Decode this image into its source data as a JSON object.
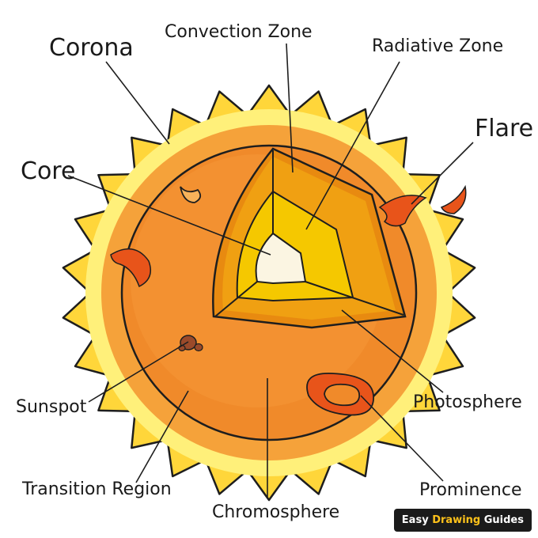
{
  "labels": {
    "corona": "Corona",
    "convection_zone": "Convection Zone",
    "radiative_zone": "Radiative Zone",
    "flare": "Flare",
    "core": "Core",
    "sunspot": "Sunspot",
    "transition_region": "Transition Region",
    "chromosphere": "Chromosphere",
    "photosphere": "Photosphere",
    "prominence": "Prominence"
  },
  "badge": {
    "word1": "Easy",
    "word2": "Drawing",
    "word3": "Guides"
  },
  "colors": {
    "corona_yellow": "#ffd63a",
    "corona_light": "#fff07a",
    "chromosphere_orange": "#f08a2a",
    "photosphere_orange": "#f5a23a",
    "convection_zone": "#ef9a10",
    "radiative_zone": "#f5c800",
    "core": "#fbf5e2",
    "outline": "#1e1e1e",
    "flare_red": "#e8541a",
    "sunspot_brown": "#9b4a2a"
  }
}
